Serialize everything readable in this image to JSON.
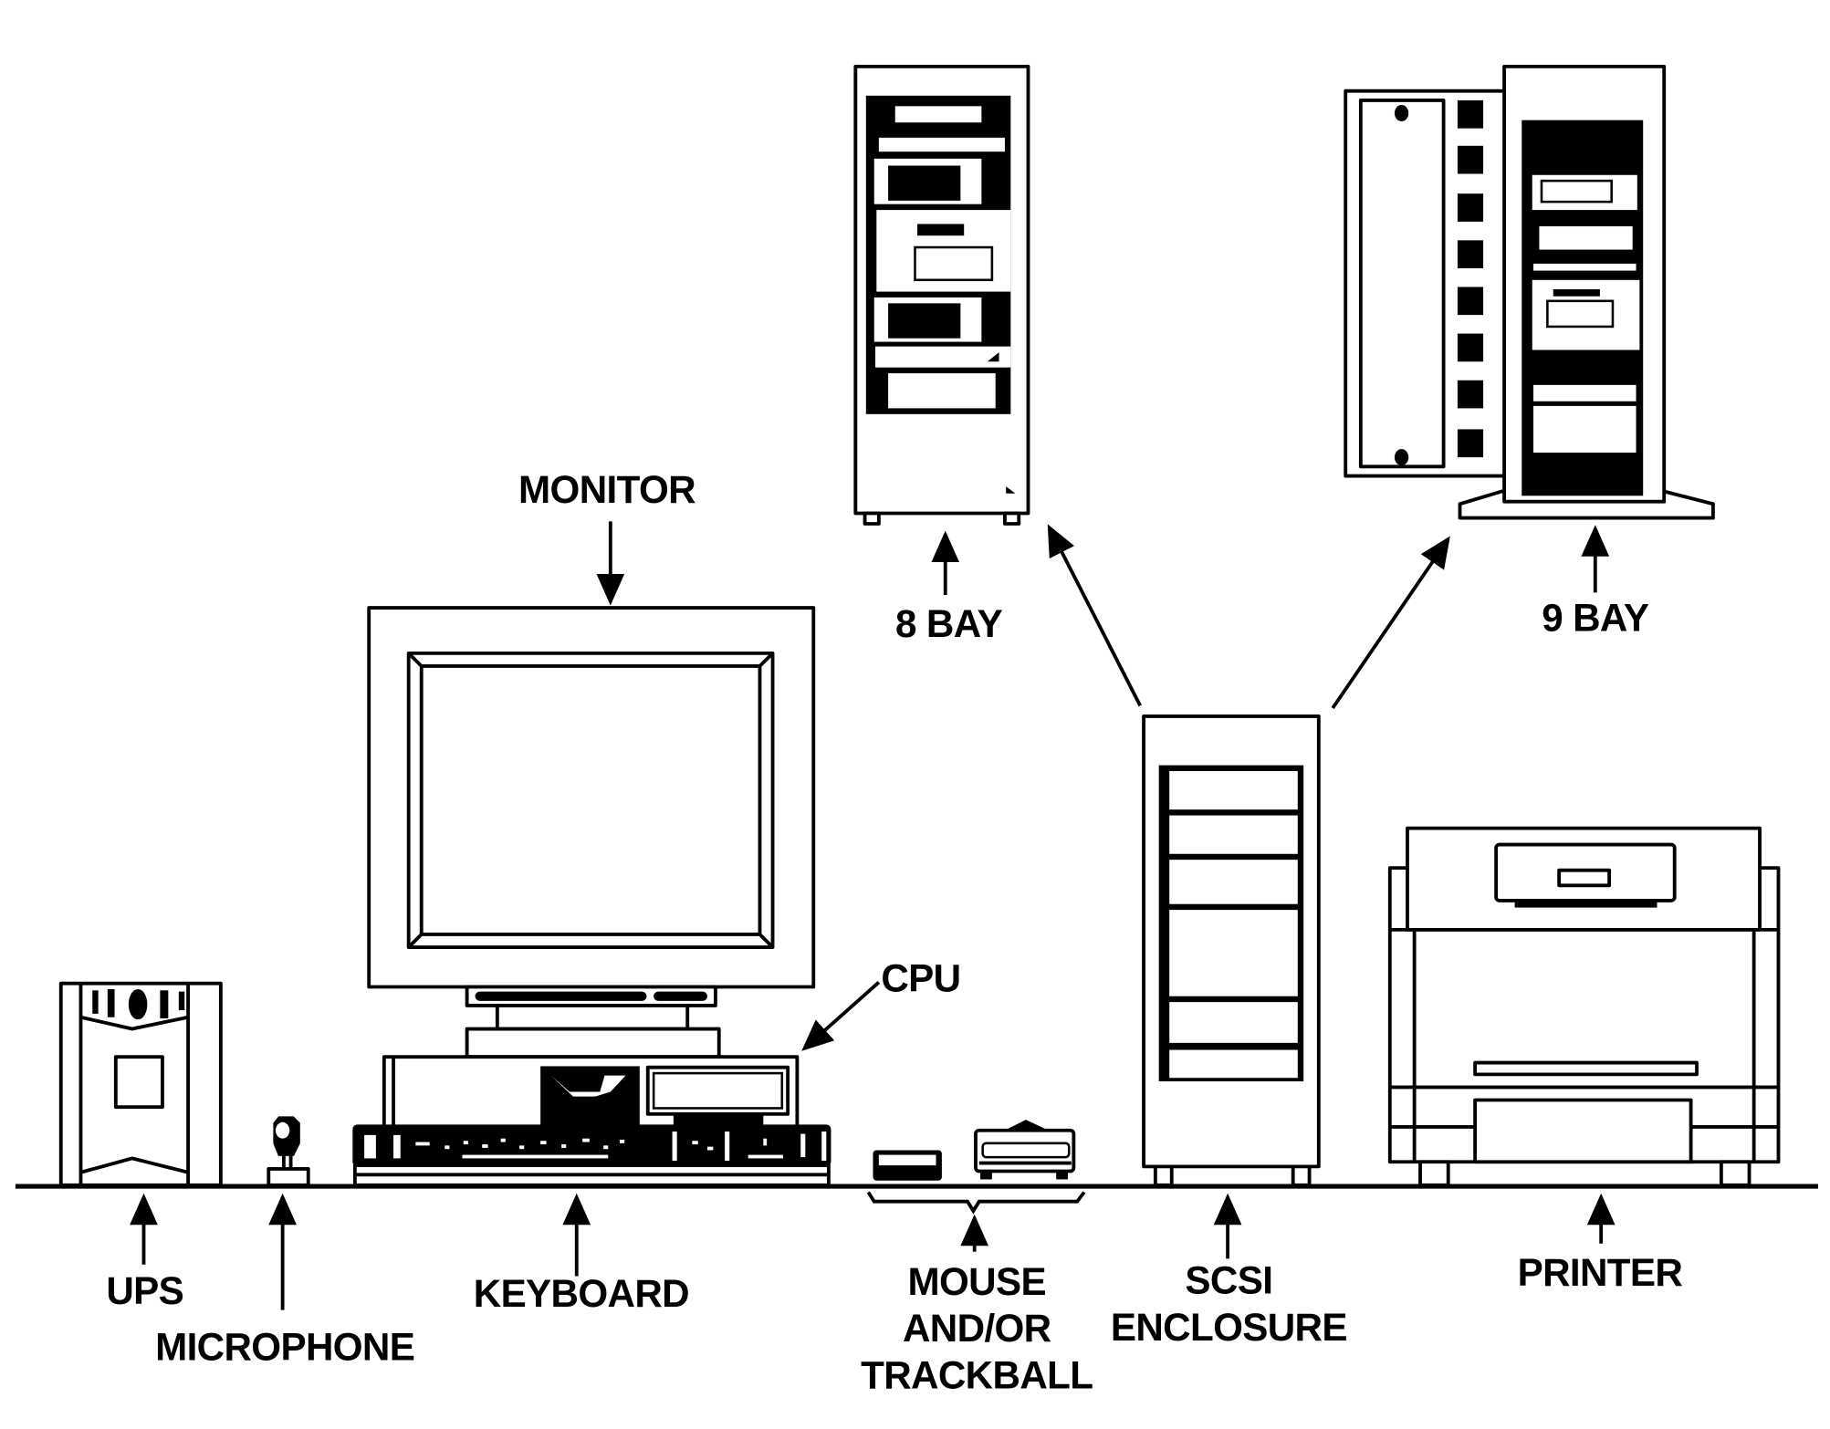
{
  "diagram": {
    "title": "Workstation system components",
    "colors": {
      "line": "#000000",
      "background": "#ffffff"
    },
    "labels": {
      "monitor": "MONITOR",
      "cpu": "CPU",
      "bay8": "8 BAY",
      "bay9": "9 BAY",
      "ups": "UPS",
      "microphone": "MICROPHONE",
      "keyboard": "KEYBOARD",
      "mouse_line1": "MOUSE",
      "mouse_line2": "AND/OR",
      "mouse_line3": "TRACKBALL",
      "scsi_line1": "SCSI",
      "scsi_line2": "ENCLOSURE",
      "printer": "PRINTER"
    },
    "components": [
      {
        "id": "ups",
        "icon": "ups-icon"
      },
      {
        "id": "microphone",
        "icon": "microphone-icon"
      },
      {
        "id": "keyboard",
        "icon": "keyboard-icon"
      },
      {
        "id": "cpu",
        "icon": "desktop-cpu-icon"
      },
      {
        "id": "monitor",
        "icon": "crt-monitor-icon"
      },
      {
        "id": "mouse",
        "icon": "mouse-icon"
      },
      {
        "id": "trackball",
        "icon": "trackball-icon"
      },
      {
        "id": "scsi-enclosure",
        "icon": "scsi-enclosure-icon"
      },
      {
        "id": "8-bay",
        "icon": "tower-8-bay-icon"
      },
      {
        "id": "9-bay",
        "icon": "tower-9-bay-icon"
      },
      {
        "id": "printer",
        "icon": "printer-icon"
      }
    ],
    "connections": [
      {
        "from": "scsi-enclosure",
        "to": "8-bay"
      },
      {
        "from": "scsi-enclosure",
        "to": "9-bay"
      }
    ]
  }
}
